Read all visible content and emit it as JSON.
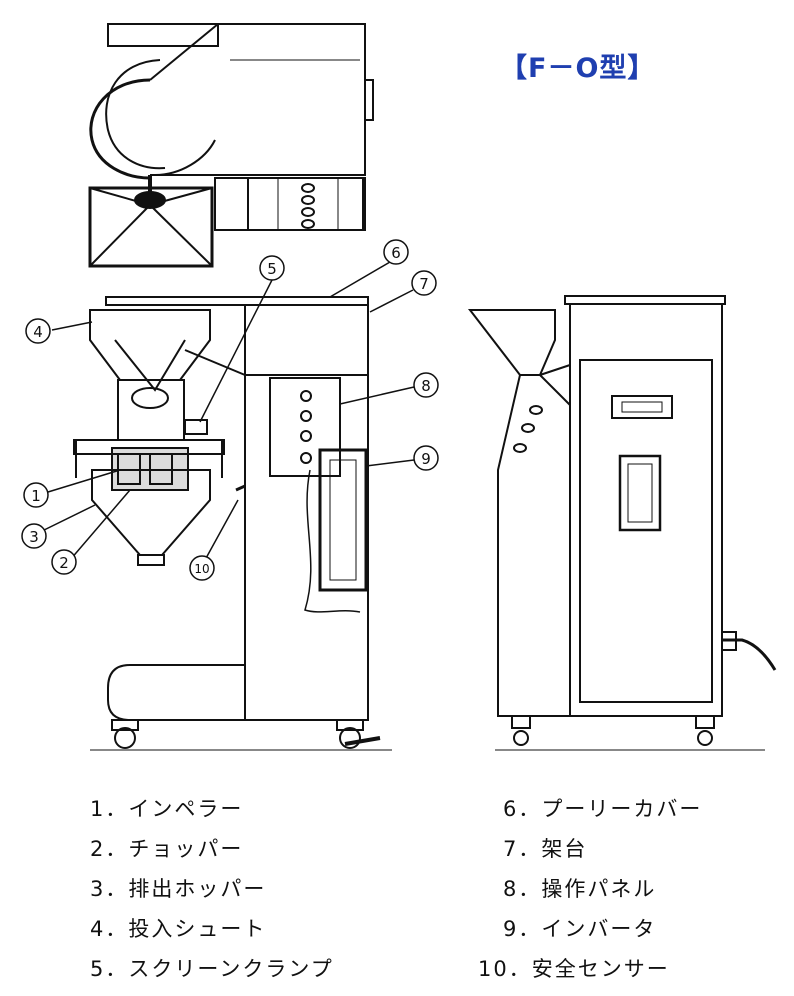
{
  "title": "【F－O型】",
  "callouts": [
    "1",
    "2",
    "3",
    "4",
    "5",
    "6",
    "7",
    "8",
    "9",
    "10"
  ],
  "legend": [
    {
      "num": "1．",
      "label": "インペラー"
    },
    {
      "num": "2．",
      "label": "チョッパー"
    },
    {
      "num": "3．",
      "label": "排出ホッパー"
    },
    {
      "num": "4．",
      "label": "投入シュート"
    },
    {
      "num": "5．",
      "label": "スクリーンクランプ"
    },
    {
      "num": "6．",
      "label": "プーリーカバー"
    },
    {
      "num": "7．",
      "label": "架台"
    },
    {
      "num": "8．",
      "label": "操作パネル"
    },
    {
      "num": "9．",
      "label": "インバータ"
    },
    {
      "num": "10．",
      "label": "安全センサー"
    }
  ],
  "colors": {
    "title": "#1f3fb0",
    "line": "#111111"
  }
}
